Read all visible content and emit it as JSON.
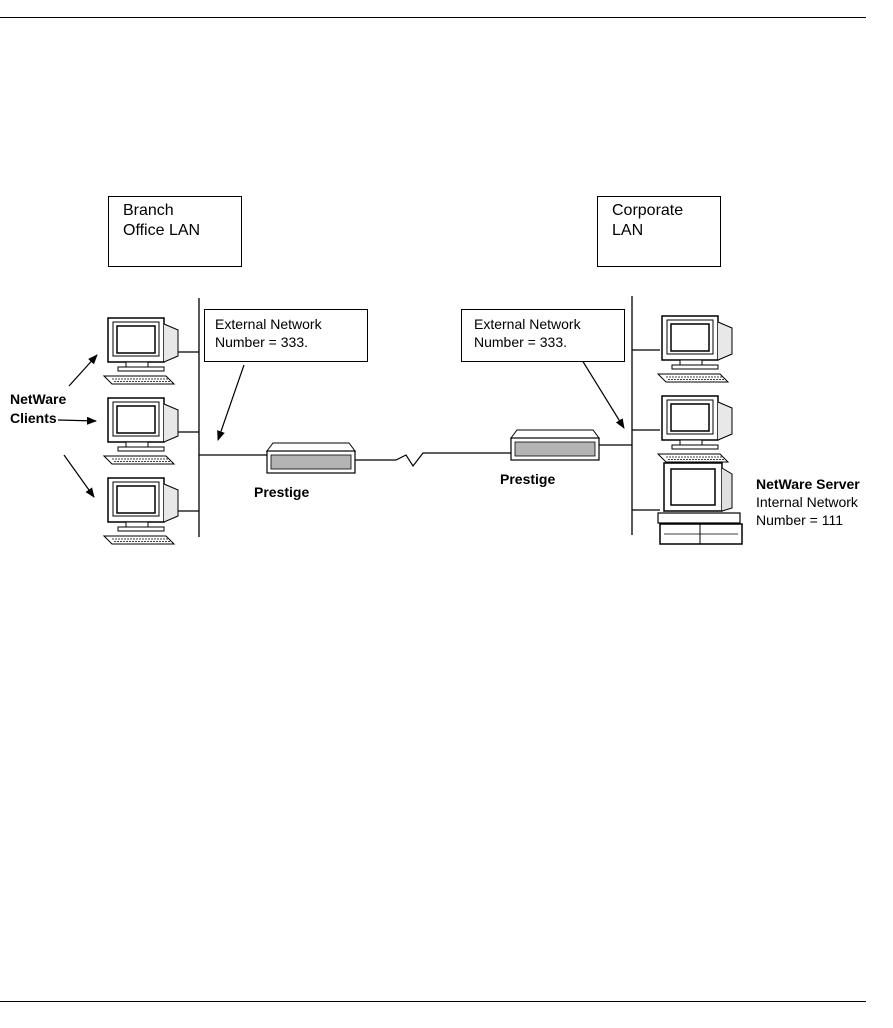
{
  "branch_lan": {
    "line1": "Branch",
    "line2": "Office LAN"
  },
  "corporate_lan": {
    "line1": "Corporate",
    "line2": "LAN"
  },
  "callout_left": {
    "line1": "External Network",
    "line2": "Number = 333."
  },
  "callout_right": {
    "line1": "External Network",
    "line2": "Number = 333."
  },
  "clients_label": {
    "line1": "NetWare",
    "line2": "Clients"
  },
  "router_left_label": "Prestige",
  "router_right_label": "Prestige",
  "server_label": {
    "title": "NetWare Server",
    "line1": "Internal Network",
    "line2": "Number = 111"
  },
  "icons": {
    "workstation": "computer-icon",
    "router": "router-icon",
    "server": "server-icon"
  }
}
